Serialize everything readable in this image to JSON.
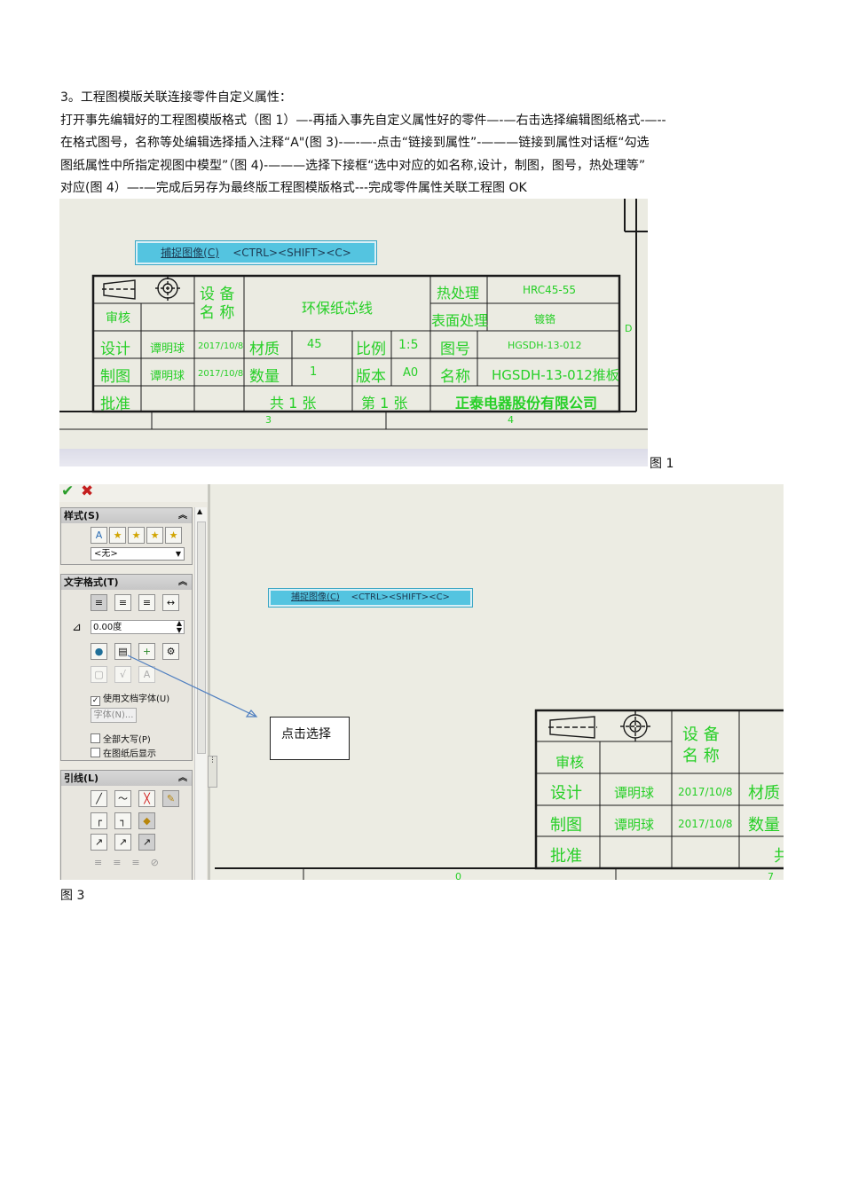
{
  "doc": {
    "heading": "3。工程图模版关联连接零件自定义属性：",
    "lines": [
      "打开事先编辑好的工程图模版格式（图 1）—-再插入事先自定义属性好的零件—-—右击选择编辑图纸格式-—--",
      "在格式图号，名称等处编辑选择插入注释“A\"(图 3)-—-—-点击“链接到属性”-———链接到属性对话框“勾选",
      "图纸属性中所指定视图中模型”（图 4)-———选择下接框“选中对应的如名称,设计，制图，图号，热处理等”",
      "对应(图 4）—-—完成后另存为最终版工程图模版格式---完成零件属性关联工程图 OK"
    ]
  },
  "fig1": {
    "caption": "图 1",
    "tooltip": {
      "label": "捕捉图像(C)",
      "shortcut": "<CTRL><SHIFT><C>"
    },
    "title_block": {
      "equipment_name_label": "设 备\n名 称",
      "equipment_name_value": "环保纸芯线",
      "heat_treatment_label": "热处理",
      "heat_treatment_value": "HRC45-55",
      "surface_label": "表面处理",
      "surface_value": "镀铬",
      "review_label": "审核",
      "design_label": "设计",
      "design_person": "谭明球",
      "design_date": "2017/10/8",
      "material_label": "材质",
      "material_value": "45",
      "scale_label": "比例",
      "scale_value": "1:5",
      "drawing_no_label": "图号",
      "drawing_no_value": "HGSDH-13-012",
      "draft_label": "制图",
      "draft_person": "谭明球",
      "draft_date": "2017/10/8",
      "quantity_label": "数量",
      "quantity_value": "1",
      "version_label": "版本",
      "version_value": "A0",
      "name_label": "名称",
      "name_value": "HGSDH-13-012推板",
      "approve_label": "批准",
      "total_sheets": "共 1 张",
      "sheet_no": "第 1 张",
      "company": "正泰电器股份有限公司"
    },
    "zone_3": "3",
    "zone_4": "4",
    "zone_d": "D"
  },
  "fig3": {
    "caption": "图 3",
    "tooltip": {
      "label": "捕捉图像(C)",
      "shortcut": "<CTRL><SHIFT><C>"
    },
    "panel": {
      "style_title": "样式(S)",
      "style_select": "<无>",
      "text_format_title": "文字格式(T)",
      "angle_value": "0.00度",
      "use_doc_font": "使用文档字体(U)",
      "font_button": "字体(N)...",
      "all_caps": "全部大写(P)",
      "show_on_sheet": "在图纸后显示",
      "leader_title": "引线(L)"
    },
    "callout": "点击选择",
    "title_block": {
      "equipment_name_label": "设 备\n名 称",
      "review_label": "审核",
      "design_label": "设计",
      "design_person": "谭明球",
      "design_date": "2017/10/8",
      "material_label": "材质",
      "draft_label": "制图",
      "draft_person": "谭明球",
      "draft_date": "2017/10/8",
      "quantity_label": "数量",
      "approve_label": "批准",
      "total_partial": "共"
    },
    "zone_left": "0",
    "zone_right": "7"
  }
}
